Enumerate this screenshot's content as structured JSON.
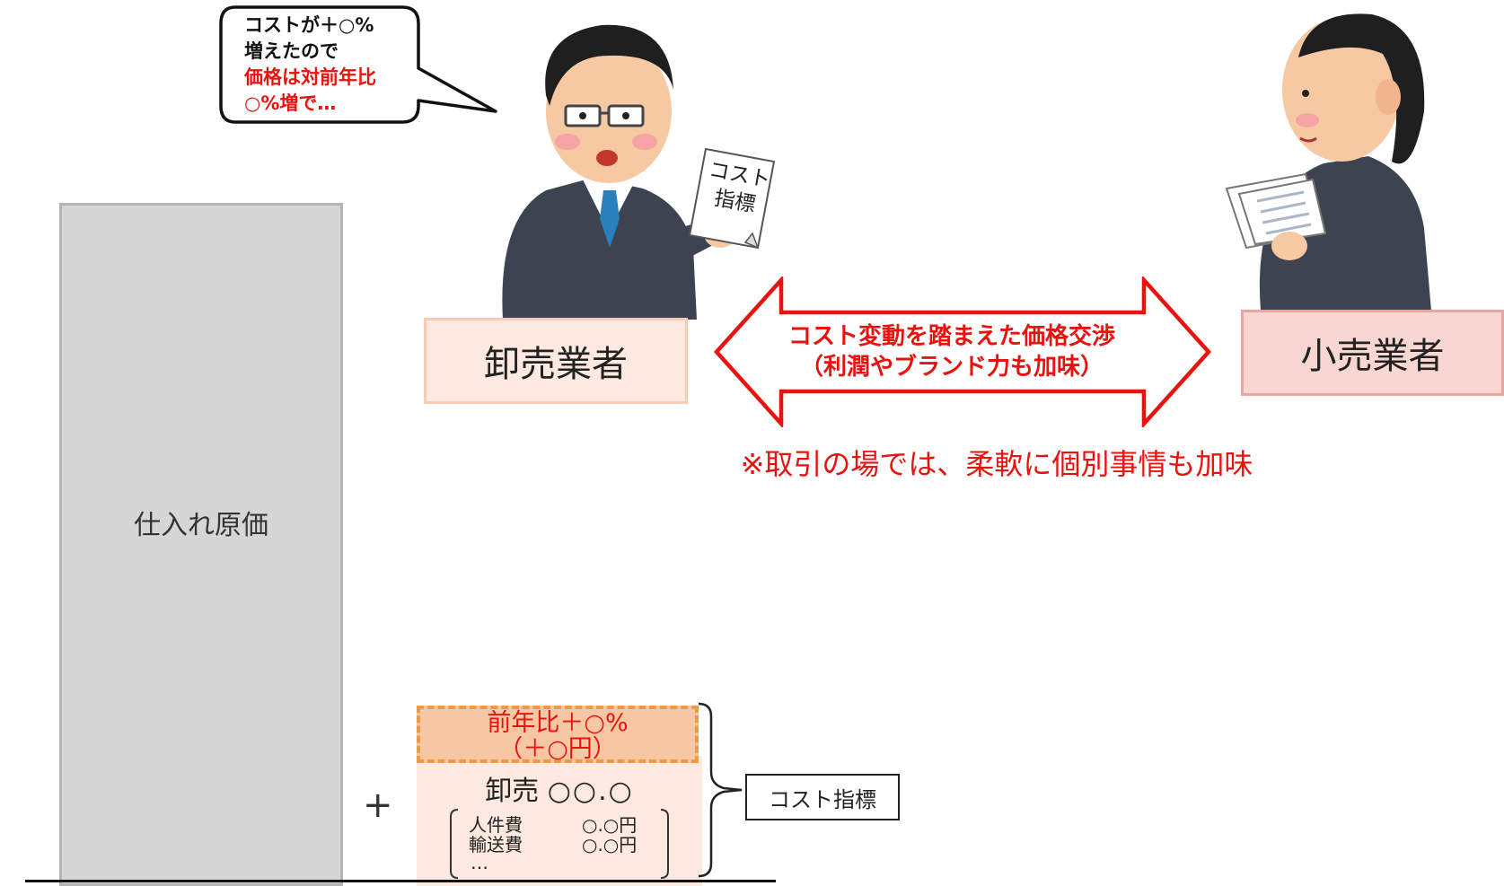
{
  "speech": {
    "line1": "コストが＋○%",
    "line2": "増えたので",
    "line3": "価格は対前年比",
    "line4": "○%増で…"
  },
  "doc_label": {
    "line1": "コスト",
    "line2": "指標"
  },
  "cost_column": {
    "label": "仕入れ原価"
  },
  "parties": {
    "wholesaler": "卸売業者",
    "retailer": "小売業者"
  },
  "negotiation": {
    "line1": "コスト変動を踏まえた価格交渉",
    "line2": "（利潤やブランド力も加味）",
    "note": "※取引の場では、柔軟に個別事情も加味"
  },
  "stack": {
    "plus": "+",
    "top_line1": "前年比＋○%",
    "top_line2": "（＋○円）",
    "wholesale_label": "卸売",
    "wholesale_value": "○○.○",
    "items": [
      {
        "name": "人件費",
        "value": "○.○円"
      },
      {
        "name": "輸送費",
        "value": "○.○円"
      },
      {
        "name": "…",
        "value": ""
      }
    ]
  },
  "index_label": "コスト指標",
  "colors": {
    "accent_red": "#e8130f",
    "wholesaler_bg": "#fde9df",
    "retailer_bg": "#f8d7d3",
    "cost_gray": "#d6d6d6",
    "increase_orange": "#f7c7a3"
  }
}
